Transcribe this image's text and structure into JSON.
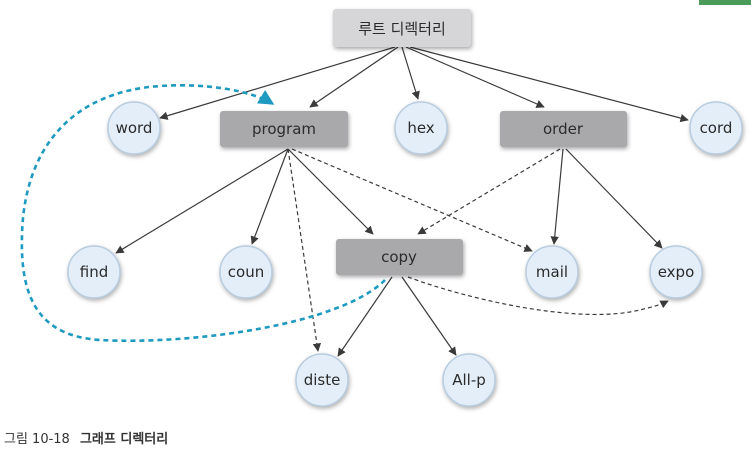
{
  "diagram": {
    "nodes": {
      "root": {
        "label": "루트 디렉터리",
        "kind": "dir"
      },
      "word": {
        "label": "word",
        "kind": "file"
      },
      "program": {
        "label": "program",
        "kind": "dir"
      },
      "hex": {
        "label": "hex",
        "kind": "file"
      },
      "order": {
        "label": "order",
        "kind": "dir"
      },
      "cord": {
        "label": "cord",
        "kind": "file"
      },
      "find": {
        "label": "find",
        "kind": "file"
      },
      "coun": {
        "label": "coun",
        "kind": "file"
      },
      "copy": {
        "label": "copy",
        "kind": "dir"
      },
      "mail": {
        "label": "mail",
        "kind": "file"
      },
      "expo": {
        "label": "expo",
        "kind": "file"
      },
      "diste": {
        "label": "diste",
        "kind": "file"
      },
      "allp": {
        "label": "All-p",
        "kind": "file"
      }
    },
    "edges": [
      {
        "from": "root",
        "to": "word",
        "style": "solid"
      },
      {
        "from": "root",
        "to": "program",
        "style": "solid"
      },
      {
        "from": "root",
        "to": "hex",
        "style": "solid"
      },
      {
        "from": "root",
        "to": "order",
        "style": "solid"
      },
      {
        "from": "root",
        "to": "cord",
        "style": "solid"
      },
      {
        "from": "program",
        "to": "find",
        "style": "solid"
      },
      {
        "from": "program",
        "to": "coun",
        "style": "solid"
      },
      {
        "from": "program",
        "to": "copy",
        "style": "solid"
      },
      {
        "from": "program",
        "to": "mail",
        "style": "dashed"
      },
      {
        "from": "program",
        "to": "diste",
        "style": "dashed"
      },
      {
        "from": "order",
        "to": "copy",
        "style": "dashed"
      },
      {
        "from": "order",
        "to": "mail",
        "style": "solid"
      },
      {
        "from": "order",
        "to": "expo",
        "style": "solid"
      },
      {
        "from": "copy",
        "to": "diste",
        "style": "solid"
      },
      {
        "from": "copy",
        "to": "allp",
        "style": "solid"
      },
      {
        "from": "copy",
        "to": "expo",
        "style": "dashed"
      },
      {
        "from": "copy",
        "to": "program",
        "style": "cycle"
      }
    ],
    "colors": {
      "dir_fill": "#a9a9ab",
      "root_fill": "#d6d6d8",
      "file_fill": "#e4eef8",
      "file_stroke": "#b8cde0",
      "edge": "#3a3a3a",
      "cycle_edge": "#1e9ac0"
    }
  },
  "caption": {
    "number": "그림 10-18",
    "title": "그래프 디렉터리"
  }
}
